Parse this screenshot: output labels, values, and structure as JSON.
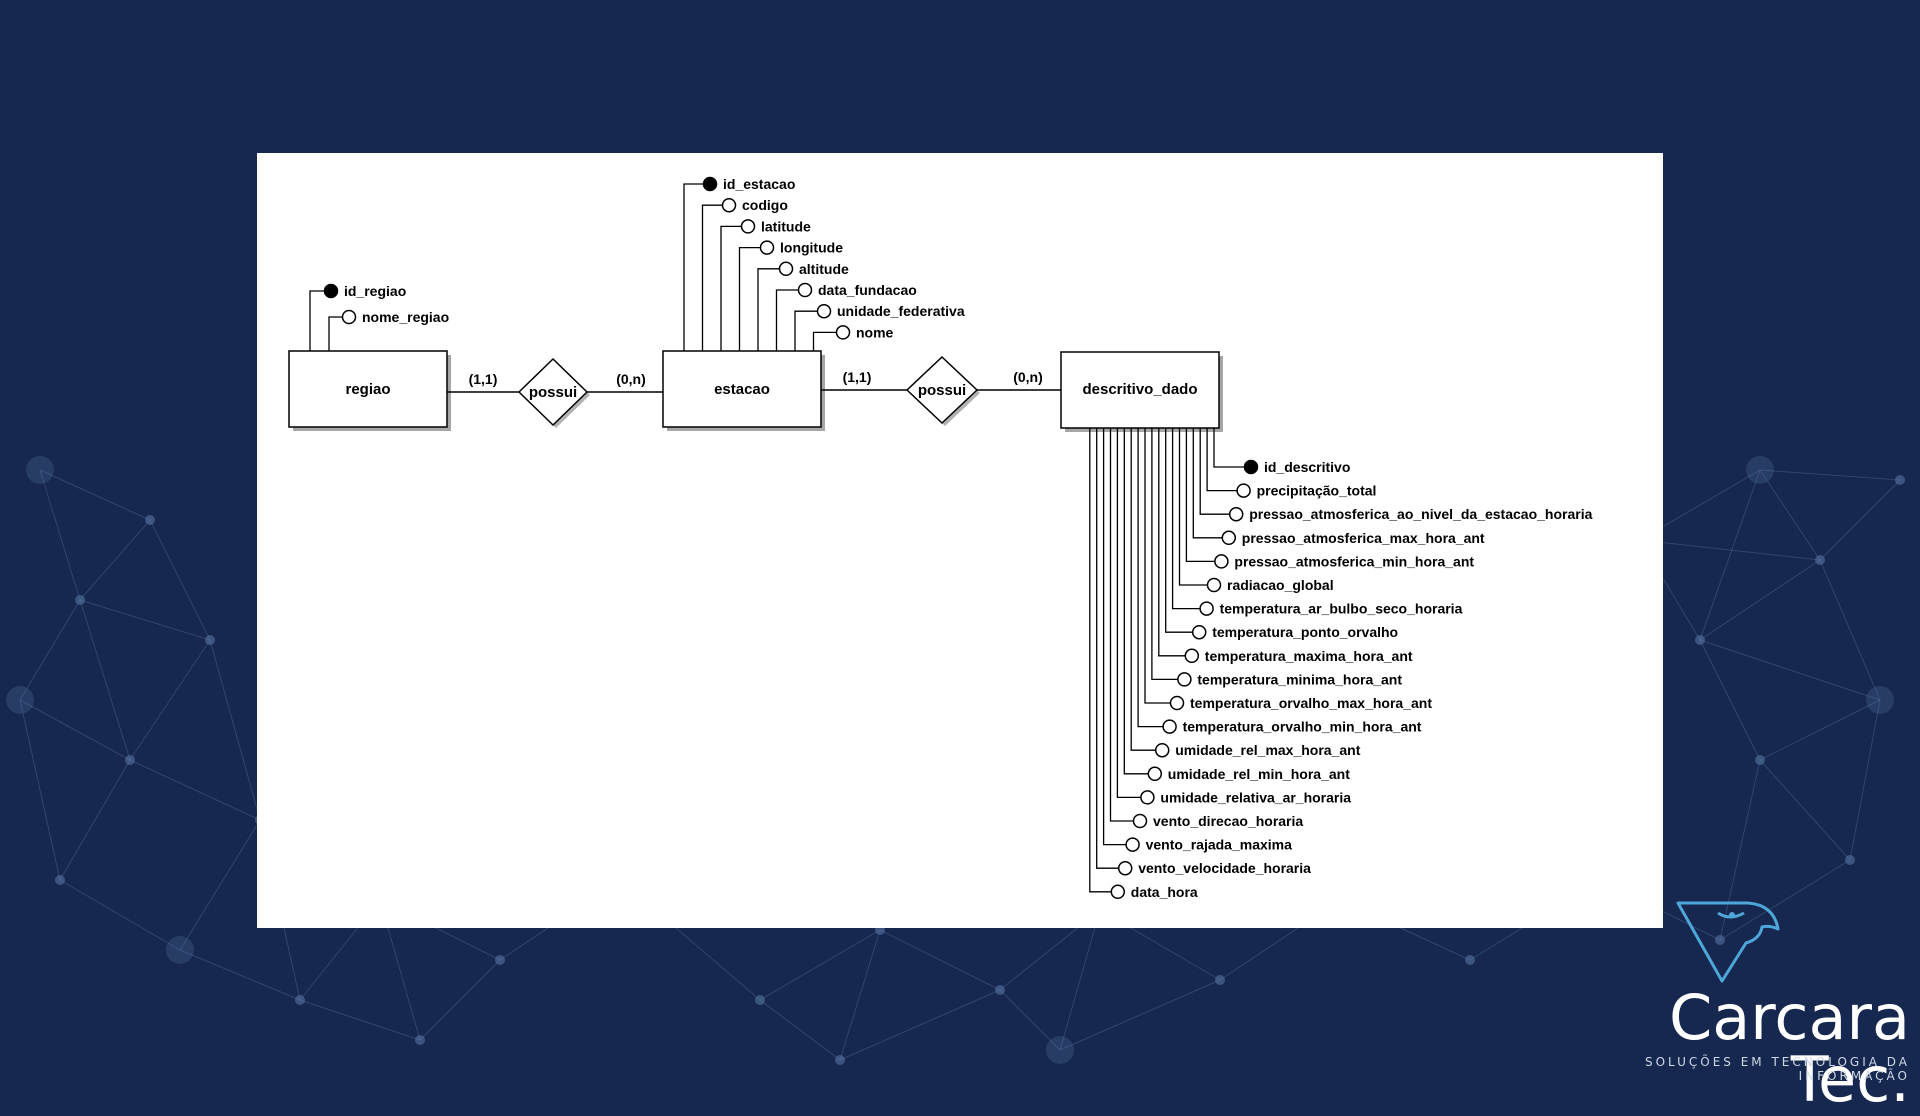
{
  "colors": {
    "background": "#16284f",
    "panel": "#ffffff",
    "line": "#000000",
    "network": "#5c7aa8"
  },
  "entities": [
    {
      "id": "regiao",
      "label": "regiao"
    },
    {
      "id": "estacao",
      "label": "estacao"
    },
    {
      "id": "descritivo_dado",
      "label": "descritivo_dado"
    }
  ],
  "relationships": [
    {
      "label": "possui",
      "card_left": "(1,1)",
      "card_right": "(0,n)"
    },
    {
      "label": "possui",
      "card_left": "(1,1)",
      "card_right": "(0,n)"
    }
  ],
  "attributes": {
    "regiao": [
      {
        "name": "id_regiao",
        "key": true
      },
      {
        "name": "nome_regiao",
        "key": false
      }
    ],
    "estacao": [
      {
        "name": "id_estacao",
        "key": true
      },
      {
        "name": "codigo",
        "key": false
      },
      {
        "name": "latitude",
        "key": false
      },
      {
        "name": "longitude",
        "key": false
      },
      {
        "name": "altitude",
        "key": false
      },
      {
        "name": "data_fundacao",
        "key": false
      },
      {
        "name": "unidade_federativa",
        "key": false
      },
      {
        "name": "nome",
        "key": false
      }
    ],
    "descritivo_dado": [
      {
        "name": "id_descritivo",
        "key": true
      },
      {
        "name": "precipitação_total",
        "key": false
      },
      {
        "name": "pressao_atmosferica_ao_nivel_da_estacao_horaria",
        "key": false
      },
      {
        "name": "pressao_atmosferica_max_hora_ant",
        "key": false
      },
      {
        "name": "pressao_atmosferica_min_hora_ant",
        "key": false
      },
      {
        "name": "radiacao_global",
        "key": false
      },
      {
        "name": "temperatura_ar_bulbo_seco_horaria",
        "key": false
      },
      {
        "name": "temperatura_ponto_orvalho",
        "key": false
      },
      {
        "name": "temperatura_maxima_hora_ant",
        "key": false
      },
      {
        "name": "temperatura_minima_hora_ant",
        "key": false
      },
      {
        "name": "temperatura_orvalho_max_hora_ant",
        "key": false
      },
      {
        "name": "temperatura_orvalho_min_hora_ant",
        "key": false
      },
      {
        "name": "umidade_rel_max_hora_ant",
        "key": false
      },
      {
        "name": "umidade_rel_min_hora_ant",
        "key": false
      },
      {
        "name": "umidade_relativa_ar_horaria",
        "key": false
      },
      {
        "name": "vento_direcao_horaria",
        "key": false
      },
      {
        "name": "vento_rajada_maxima",
        "key": false
      },
      {
        "name": "vento_velocidade_horaria",
        "key": false
      },
      {
        "name": "data_hora",
        "key": false
      }
    ]
  },
  "brand": {
    "name": "Carcara Tec.",
    "tagline": "SOLUÇÕES EM TECNOLOGIA DA INFORMAÇÃO",
    "logo_icon": "carcara-bird-head-icon"
  }
}
